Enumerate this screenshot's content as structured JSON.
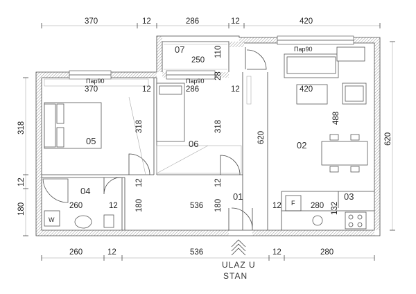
{
  "dims": {
    "top_1": "370",
    "top_2": "12",
    "top_3": "286",
    "top_4": "12",
    "top_5": "420",
    "bot_1": "260",
    "bot_2": "12",
    "bot_3": "536",
    "bot_4": "12",
    "bot_5": "280",
    "left_1": "318",
    "left_2": "12",
    "left_3": "180",
    "right_1": "620",
    "in_05_w": "370",
    "in_05_gap": "12",
    "in_06_w": "286",
    "in_06_gap": "12",
    "in_02_w": "420",
    "in_05_h": "318",
    "in_06_h": "318",
    "in_02_h": "620",
    "in_02_sub": "488",
    "in_07_w": "250",
    "in_07_h": "110",
    "in_07_gap": "28",
    "in_04_w": "260",
    "in_04_gap": "12",
    "in_04_h": "12",
    "in_hall_a": "12",
    "in_hall_b": "180",
    "in_01_w": "536",
    "in_01_h": "180",
    "in_01_gap": "12",
    "in_03_w": "280",
    "in_03_h": "132"
  },
  "rooms": {
    "r01": "01",
    "r02": "02",
    "r03": "03",
    "r04": "04",
    "r05": "05",
    "r06": "06",
    "r07": "07"
  },
  "labels": {
    "par_1": "Пар90",
    "par_2": "Пар90",
    "par_3": "Пар90",
    "fridge": "F",
    "wc": "W"
  },
  "entrance": {
    "line1": "ULAZ U",
    "line2": "STAN"
  }
}
